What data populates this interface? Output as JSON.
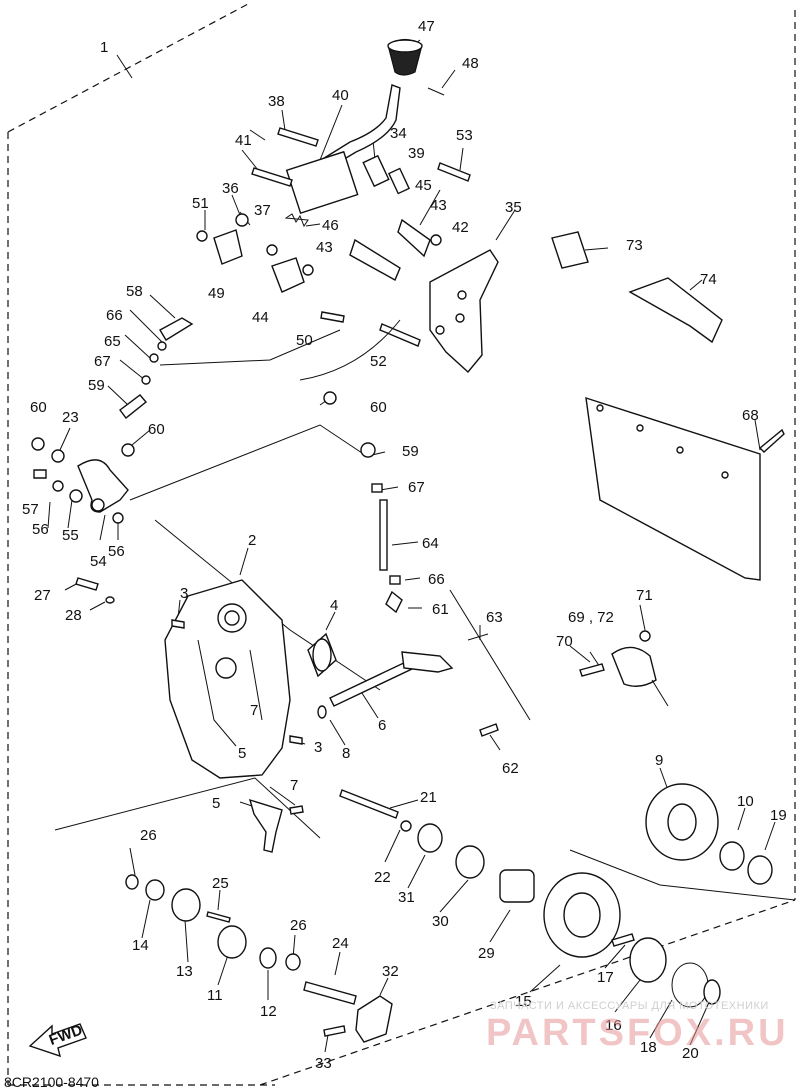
{
  "diagram": {
    "drawing_code": "8CR2100-8470",
    "fwd_label": "FWD",
    "watermark_line1": "ЗАПЧАСТИ И АКСЕССУАРЫ ДЛЯ МОТОТЕХНИКИ",
    "watermark_line2": "PARTSFOX.RU",
    "callouts": [
      "1",
      "2",
      "3",
      "3",
      "4",
      "5",
      "5",
      "6",
      "7",
      "7",
      "8",
      "9",
      "10",
      "11",
      "12",
      "13",
      "14",
      "15",
      "16",
      "17",
      "18",
      "19",
      "20",
      "21",
      "22",
      "23",
      "24",
      "25",
      "26",
      "26",
      "27",
      "28",
      "29",
      "30",
      "31",
      "32",
      "33",
      "34",
      "35",
      "36",
      "37",
      "38",
      "39",
      "40",
      "41",
      "42",
      "43",
      "43",
      "44",
      "45",
      "46",
      "47",
      "48",
      "49",
      "50",
      "51",
      "52",
      "53",
      "54",
      "55",
      "56",
      "56",
      "57",
      "58",
      "59",
      "59",
      "60",
      "60",
      "60",
      "60",
      "61",
      "62",
      "63",
      "64",
      "65",
      "66",
      "66",
      "67",
      "67",
      "68",
      "69 , 72",
      "70",
      "71",
      "73",
      "74"
    ]
  }
}
